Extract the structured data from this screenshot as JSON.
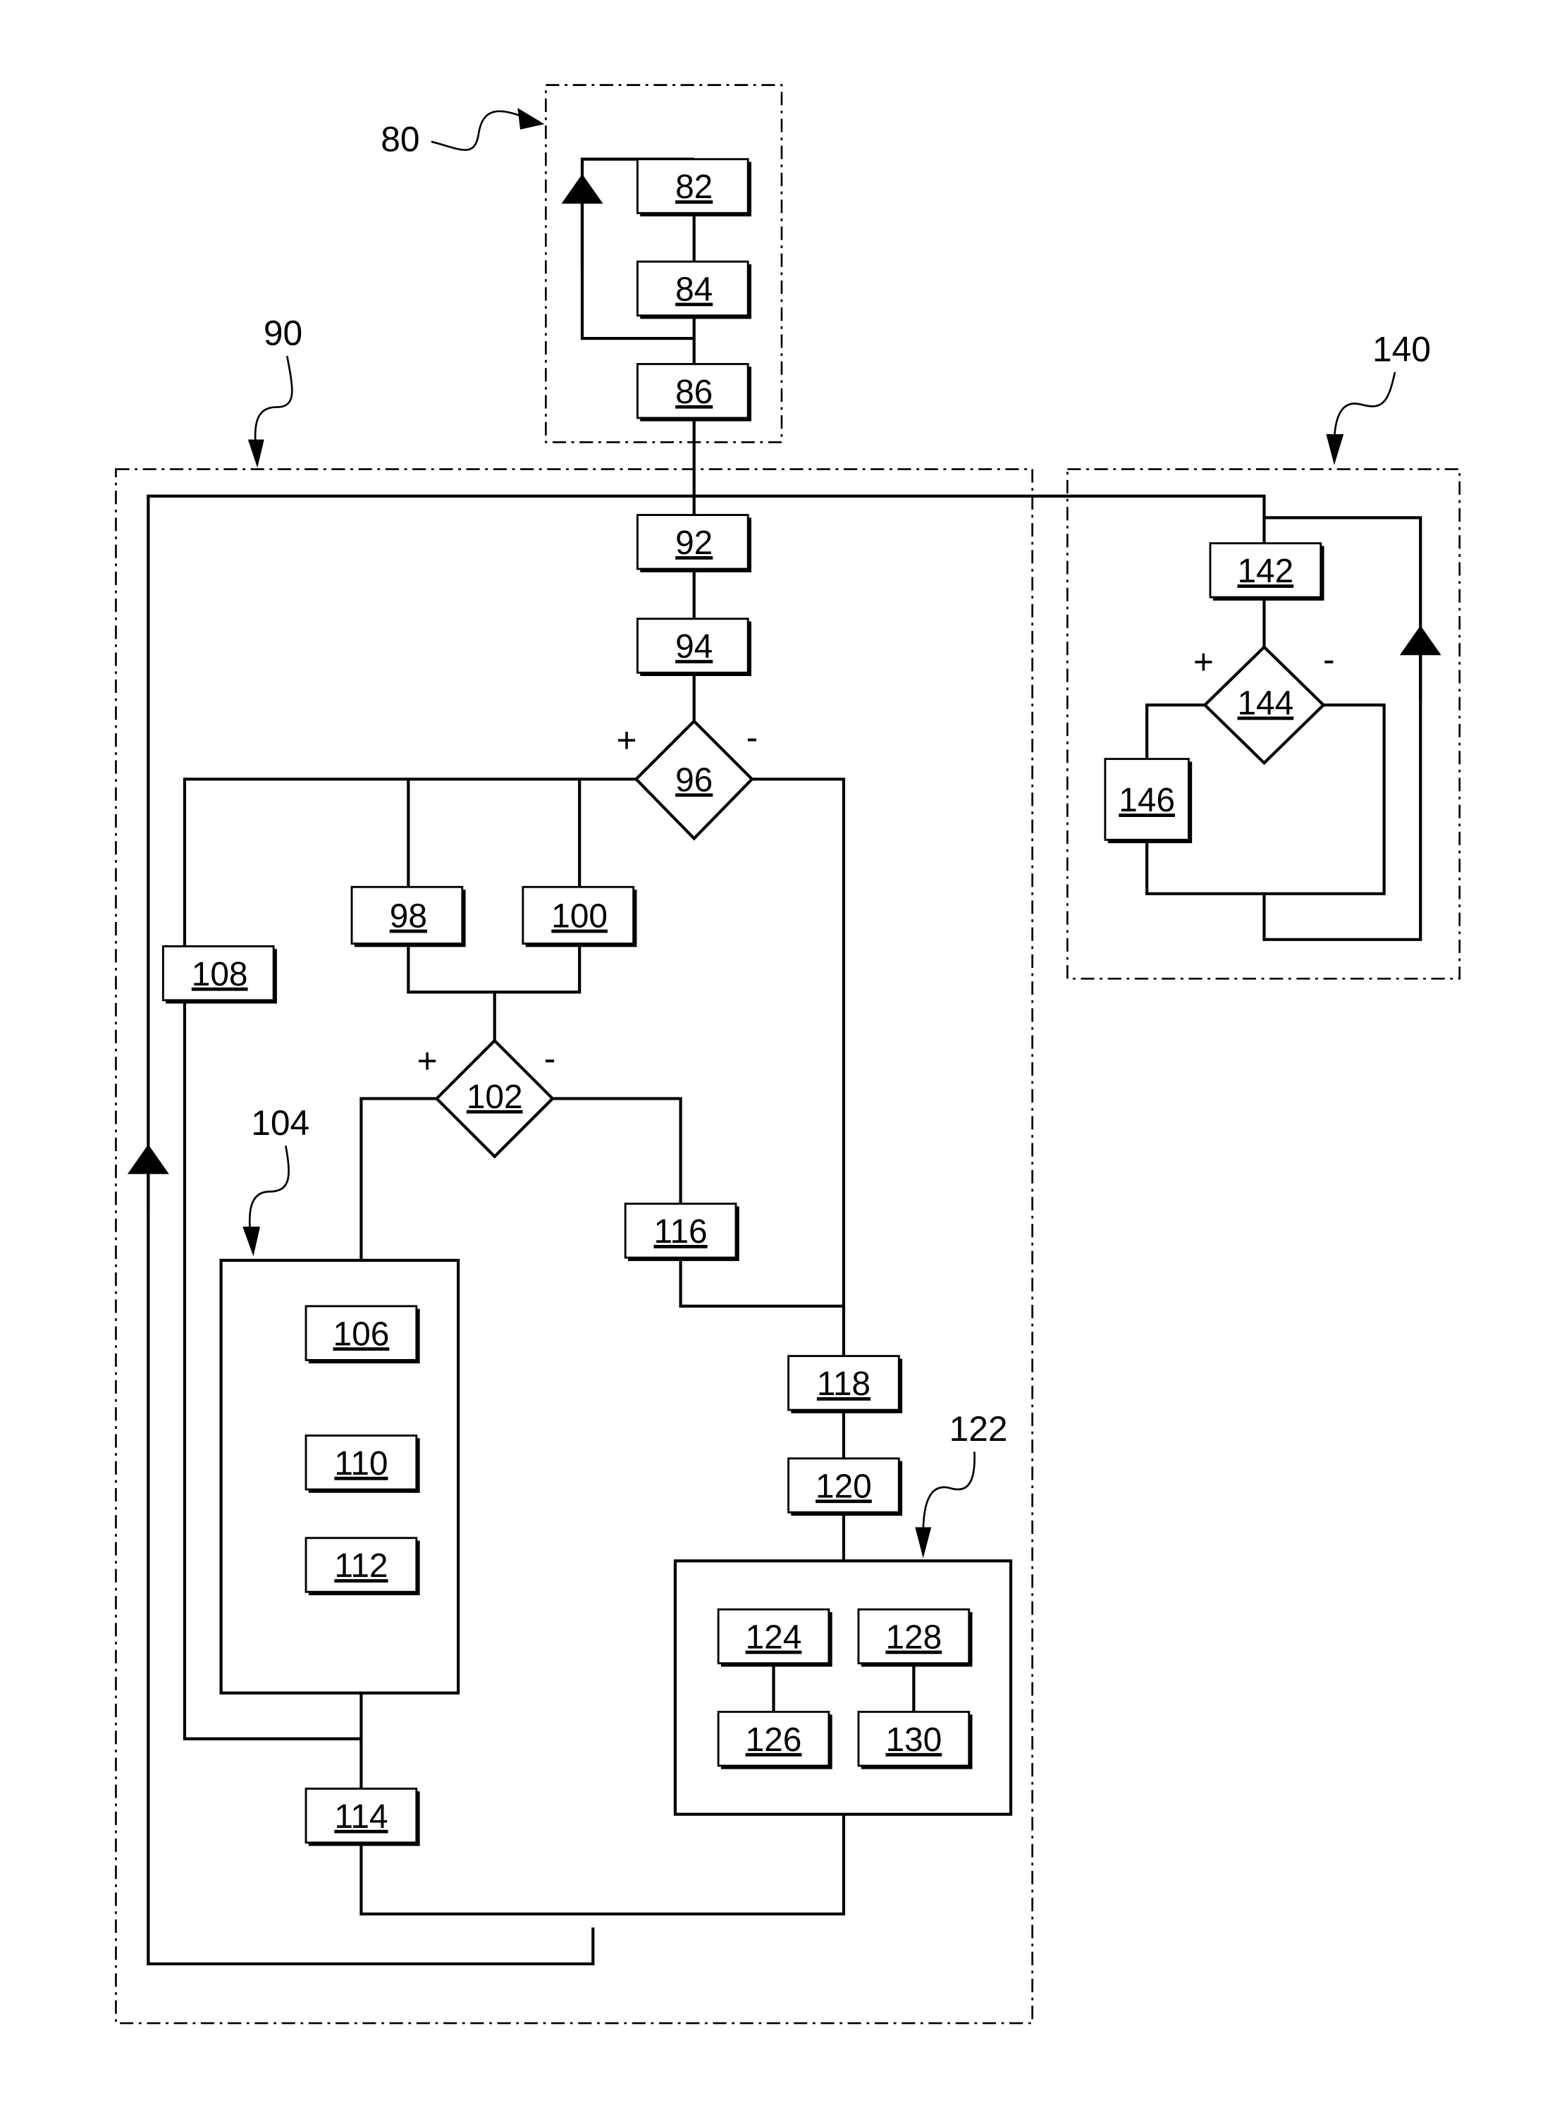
{
  "figure": {
    "groups": [
      {
        "id": "80",
        "label": "80"
      },
      {
        "id": "90",
        "label": "90"
      },
      {
        "id": "104",
        "label": "104"
      },
      {
        "id": "122",
        "label": "122"
      },
      {
        "id": "140",
        "label": "140"
      }
    ],
    "steps": {
      "s82": "82",
      "s84": "84",
      "s86": "86",
      "s92": "92",
      "s94": "94",
      "s98": "98",
      "s100": "100",
      "s106": "106",
      "s108": "108",
      "s110": "110",
      "s112": "112",
      "s114": "114",
      "s116": "116",
      "s118": "118",
      "s120": "120",
      "s124": "124",
      "s126": "126",
      "s128": "128",
      "s130": "130",
      "s142": "142",
      "s146": "146"
    },
    "decisions": {
      "d96": "96",
      "d102": "102",
      "d144": "144"
    },
    "signs": {
      "plus": "+",
      "minus": "-"
    }
  }
}
